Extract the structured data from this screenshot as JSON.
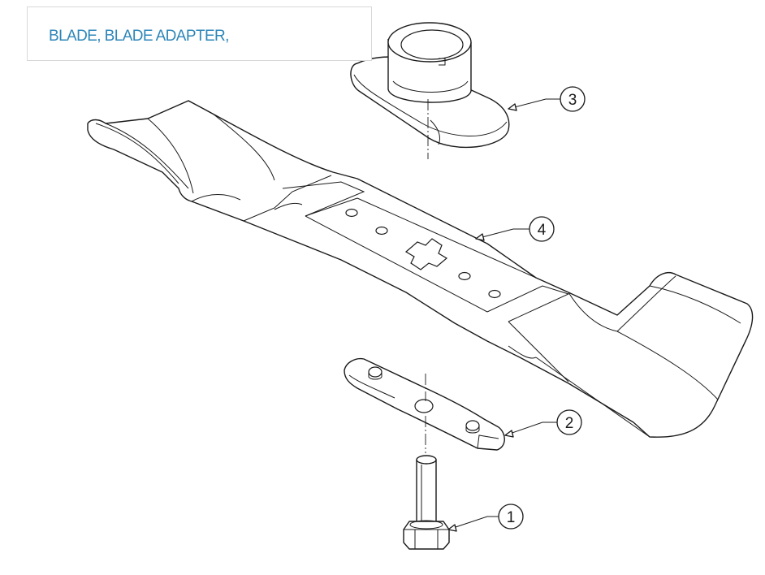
{
  "header": {
    "title": "BLADE, BLADE ADAPTER,",
    "title_color": "#2e86b8"
  },
  "callouts": [
    {
      "number": "1",
      "part": "bolt"
    },
    {
      "number": "2",
      "part": "blade-stiffener"
    },
    {
      "number": "3",
      "part": "blade-adapter"
    },
    {
      "number": "4",
      "part": "blade"
    }
  ]
}
